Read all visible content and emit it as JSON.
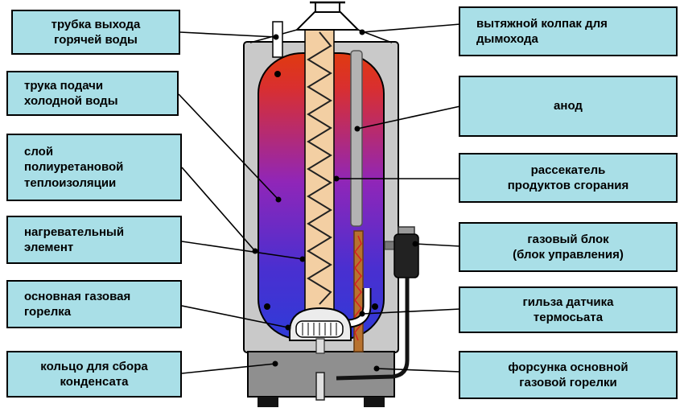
{
  "labels": {
    "left": [
      {
        "id": "hot-water-outlet-tube",
        "text": "трубка выхода\nгорячей воды"
      },
      {
        "id": "cold-water-supply-tube",
        "text": "трука подачи\nхолодной воды"
      },
      {
        "id": "insulation-layer",
        "text": "слой\nполиуретановой\nтеплоизоляции"
      },
      {
        "id": "heating-element",
        "text": "нагревательный\nэлемент"
      },
      {
        "id": "main-gas-burner",
        "text": "основная газовая\nгорелка"
      },
      {
        "id": "condensate-ring",
        "text": "кольцо для сбора\nконденсата"
      }
    ],
    "right": [
      {
        "id": "exhaust-hood",
        "text": "вытяжной колпак для\nдымохода"
      },
      {
        "id": "anode",
        "text": "анод"
      },
      {
        "id": "combustion-diffuser",
        "text": "рассекатель\nпродуктов сгорания"
      },
      {
        "id": "gas-control-unit",
        "text": "газовый блок\n(блок управления)"
      },
      {
        "id": "thermostat-sleeve",
        "text": "гильза датчика\nтермосьата"
      },
      {
        "id": "burner-nozzle",
        "text": "форсунка основной\nгазовой горелки"
      }
    ]
  },
  "colors": {
    "label_bg": "#a9dfe7",
    "label_border": "#000000",
    "casing": "#c9c9c9",
    "base": "#8f8f8f",
    "flue_tube": "#f3cfa3",
    "tank_top": "#e03a10",
    "tank_mid": "#9026b8",
    "tank_bottom": "#2f3bd8",
    "anode_rod": "#b3b3b3",
    "thermostat_sleeve": "#b8722e",
    "background": "#ffffff"
  }
}
